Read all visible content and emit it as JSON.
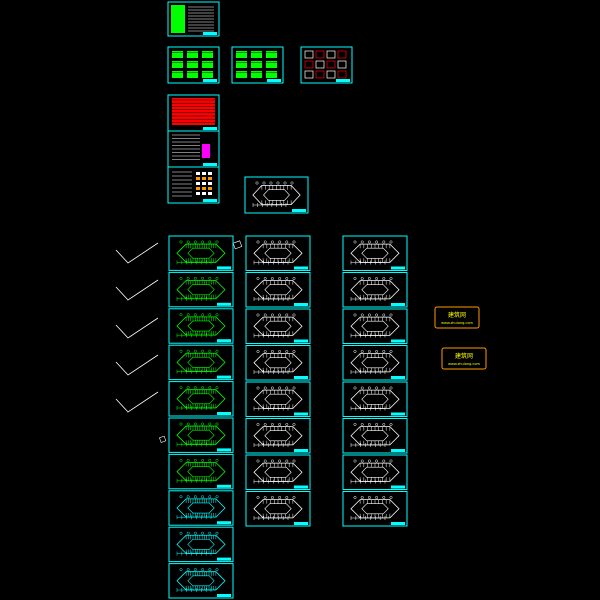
{
  "canvas": {
    "background": "#000000"
  },
  "colors": {
    "frame": "#00ffff",
    "plan_green": "#00ff00",
    "plan_white": "#ffffff",
    "highlight_green": "#00ff00",
    "red_block": "#ff0000",
    "magenta": "#ff00ff",
    "stamp_border": "#ff9900",
    "stamp_text": "#ffff00"
  },
  "stamps": [
    {
      "title": "建筑网",
      "url": "www.zhulong.com"
    },
    {
      "title": "建筑网",
      "url": "www.zhulong.com"
    }
  ]
}
